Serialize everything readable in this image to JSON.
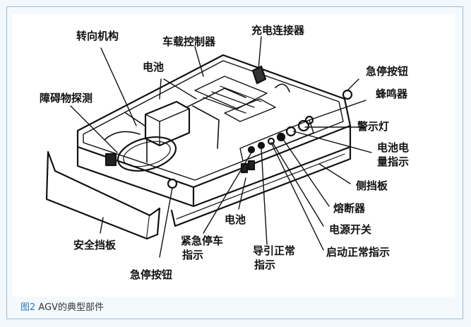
{
  "labels": {
    "steering": "转向机构",
    "controller": "车载控制器",
    "charger": "充电连接器",
    "battery_top": "电池",
    "obstacle": "障碍物探测",
    "estop_right": "急停按钮",
    "buzzer": "蜂鸣器",
    "warning_light": "警示灯",
    "battery_indicator_1": "电池电",
    "battery_indicator_2": "量指示",
    "side_guard": "侧挡板",
    "fuse": "熔断器",
    "power_switch": "电源开关",
    "start_indicator": "启动正常指示",
    "guide_1": "导引正常",
    "guide_2": "指示",
    "battery_bottom": "电池",
    "emergency_ind_1": "紧急停车",
    "emergency_ind_2": "指示",
    "safety_guard": "安全挡板",
    "estop_bottom": "急停按钮"
  },
  "caption": {
    "figure": "图2",
    "text": " AGV的典型部件"
  }
}
